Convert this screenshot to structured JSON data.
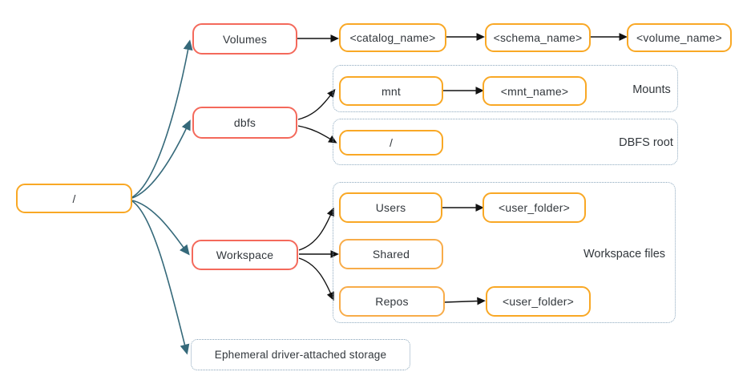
{
  "nodes": {
    "root": {
      "label": "/"
    },
    "volumes": {
      "label": "Volumes"
    },
    "catalog_name": {
      "label": "<catalog_name>"
    },
    "schema_name": {
      "label": "<schema_name>"
    },
    "volume_name": {
      "label": "<volume_name>"
    },
    "dbfs": {
      "label": "dbfs"
    },
    "mnt": {
      "label": "mnt"
    },
    "mnt_name": {
      "label": "<mnt_name>"
    },
    "dbfs_root_slash": {
      "label": "/"
    },
    "workspace": {
      "label": "Workspace"
    },
    "users": {
      "label": "Users"
    },
    "user_folder_top": {
      "label": "<user_folder>"
    },
    "shared": {
      "label": "Shared"
    },
    "repos": {
      "label": "Repos"
    },
    "user_folder_bottom": {
      "label": "<user_folder>"
    },
    "ephemeral": {
      "label": "Ephemeral driver-attached storage"
    }
  },
  "groups": {
    "mounts": {
      "label": "Mounts"
    },
    "dbfs_root": {
      "label": "DBFS root"
    },
    "workspace_files": {
      "label": "Workspace files"
    }
  },
  "edges": [
    {
      "from": "/",
      "to": "Volumes"
    },
    {
      "from": "/",
      "to": "dbfs"
    },
    {
      "from": "/",
      "to": "Workspace"
    },
    {
      "from": "/",
      "to": "Ephemeral driver-attached storage"
    },
    {
      "from": "Volumes",
      "to": "<catalog_name>"
    },
    {
      "from": "<catalog_name>",
      "to": "<schema_name>"
    },
    {
      "from": "<schema_name>",
      "to": "<volume_name>"
    },
    {
      "from": "dbfs",
      "to": "mnt"
    },
    {
      "from": "dbfs",
      "to": "/"
    },
    {
      "from": "mnt",
      "to": "<mnt_name>"
    },
    {
      "from": "Workspace",
      "to": "Users"
    },
    {
      "from": "Workspace",
      "to": "Shared"
    },
    {
      "from": "Workspace",
      "to": "Repos"
    },
    {
      "from": "Users",
      "to": "<user_folder>"
    },
    {
      "from": "Repos",
      "to": "<user_folder>"
    }
  ],
  "colors": {
    "orange_border": "#F9A825",
    "salmon_border": "#F4695B",
    "dotted_border": "#8CA8BE",
    "teal_arrow": "#35697A",
    "black_arrow": "#121212",
    "text": "#32373C",
    "background": "#FFFFFF"
  }
}
